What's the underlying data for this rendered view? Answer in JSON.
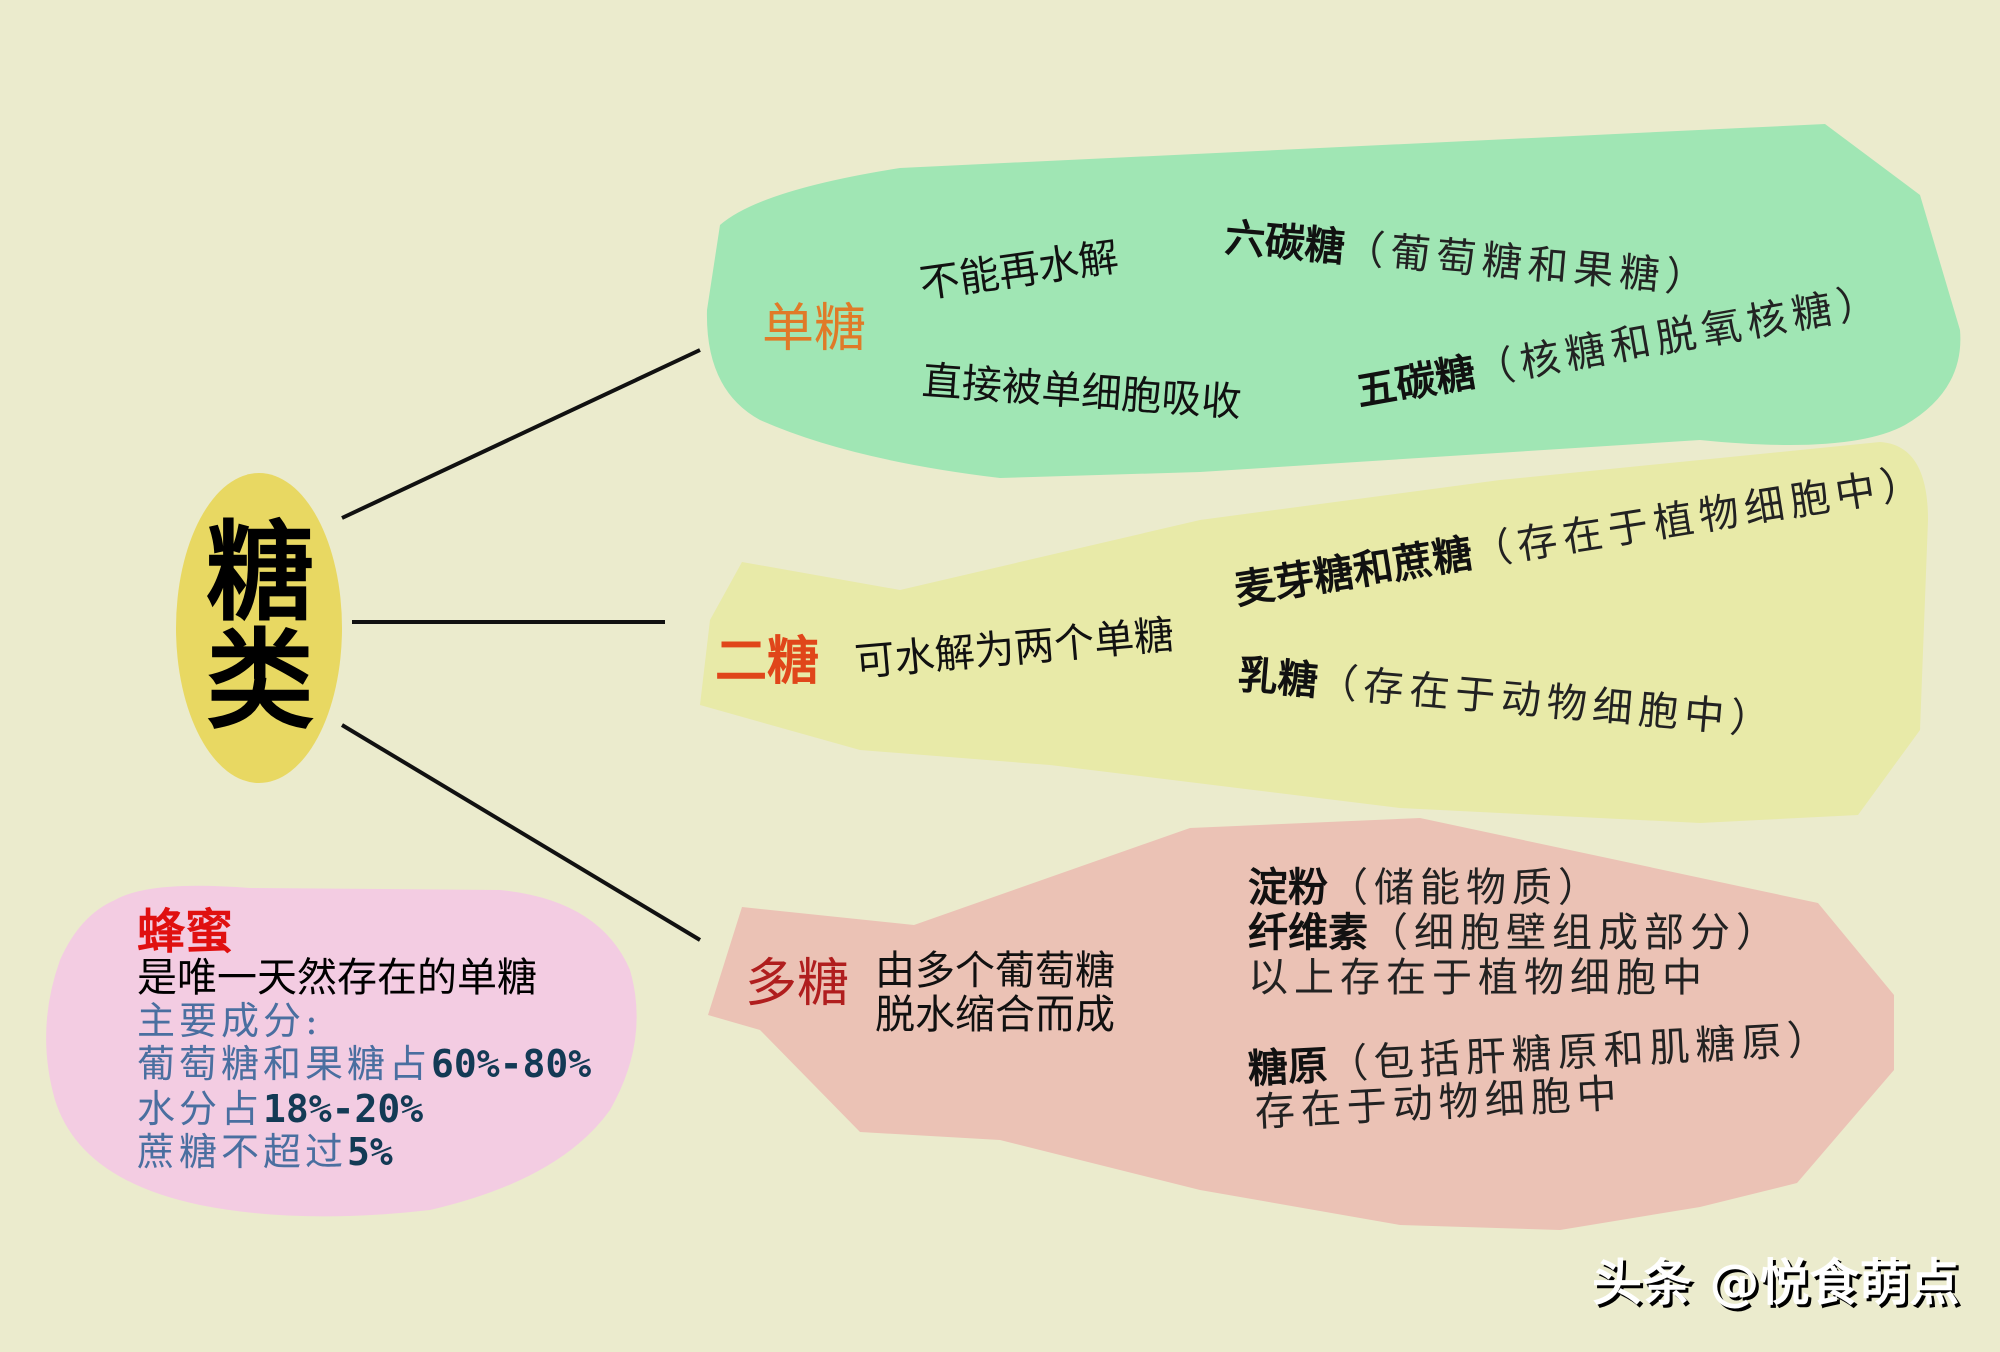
{
  "root": {
    "line1": "糖",
    "line2": "类"
  },
  "colors": {
    "background": "#EBEBCD",
    "root_oval": "#E8D862",
    "monosaccharide_bg": "#A0E6B4",
    "disaccharide_bg": "#E8EAA8",
    "polysaccharide_bg": "#EBC2B5",
    "honey_bg": "#F3CCE2",
    "mono_label": "#E07A28",
    "di_label": "#E0461A",
    "poly_label": "#B01E1E",
    "honey_label": "#E01010"
  },
  "monosaccharide": {
    "label": "单糖",
    "desc1": "不能再水解",
    "desc2": "直接被单细胞吸收",
    "hexose": {
      "name": "六碳糖",
      "note": "（葡萄糖和果糖）"
    },
    "pentose": {
      "name": "五碳糖",
      "note": "（核糖和脱氧核糖）"
    }
  },
  "disaccharide": {
    "label": "二糖",
    "desc": "可水解为两个单糖",
    "item1": {
      "name": "麦芽糖和蔗糖",
      "note": "（存在于植物细胞中）"
    },
    "item2": {
      "name": "乳糖",
      "note": "（存在于动物细胞中）"
    }
  },
  "polysaccharide": {
    "label": "多糖",
    "desc1": "由多个葡萄糖",
    "desc2": "脱水缩合而成",
    "starch": {
      "name": "淀粉",
      "note": "（储能物质）"
    },
    "cellulose": {
      "name": "纤维素",
      "note": "（细胞壁组成部分）"
    },
    "plant_note": "以上存在于植物细胞中",
    "glycogen": {
      "name": "糖原",
      "note": "（包括肝糖原和肌糖原）"
    },
    "animal_note": "存在于动物细胞中"
  },
  "honey": {
    "title": "蜂蜜",
    "line1": "是唯一天然存在的单糖",
    "line2": "主要成分:",
    "line3_text": "葡萄糖和果糖占",
    "line3_value": "60%-80%",
    "line4_text": "水分占",
    "line4_value": "18%-20%",
    "line5_text": "蔗糖不超过",
    "line5_value": "5%"
  },
  "watermark": "头条 @悦食萌点"
}
